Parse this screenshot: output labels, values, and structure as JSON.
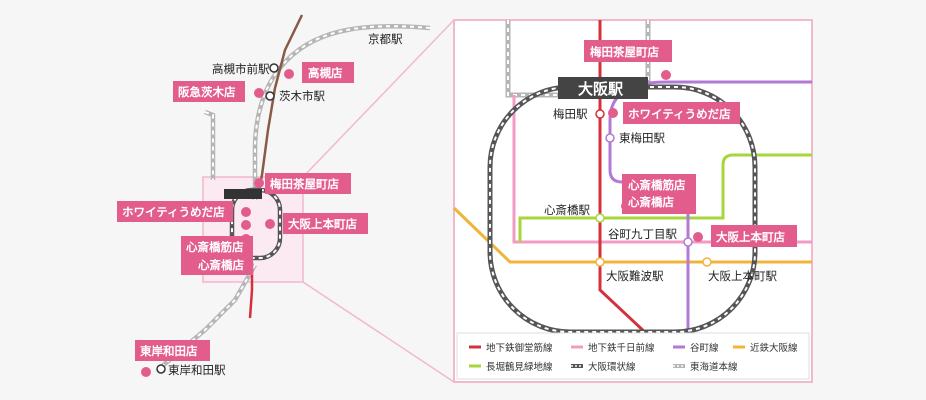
{
  "colors": {
    "pink": "#e25d8c",
    "zoom_border": "#f2b8cc",
    "midosuji": "#d4313c",
    "sennichimae": "#f29bc5",
    "tanimachi": "#b27ad6",
    "kintetsu": "#f0b43a",
    "nagahori": "#a6d63c",
    "loop": "#555555",
    "tokaido": "#b5b5b5",
    "hankyu": "#8a5a44"
  },
  "overview": {
    "stations": {
      "kyoto": "京都駅",
      "takatsuki_shimae": "高槻市前駅",
      "ibaraki_shi": "茨木市駅",
      "kishiwada": "東岸和田駅"
    },
    "stores": {
      "takatsuki": "高槻店",
      "hankyu_ibaraki": "阪急茨木店",
      "umeda_chayamachi": "梅田茶屋町店",
      "white_umeda": "ホワイティうめだ店",
      "osaka_uehonmachi": "大阪上本町店",
      "shinsaibashi_suji": "心斎橋筋店",
      "shinsaibashi": "心斎橋店",
      "kishiwada": "東岸和田店"
    }
  },
  "detail": {
    "osaka_station": "大阪駅",
    "stations": {
      "umeda": "梅田駅",
      "higashi_umeda": "東梅田駅",
      "shinsaibashi": "心斎橋駅",
      "tanimachi9": "谷町九丁目駅",
      "osaka_namba": "大阪難波駅",
      "osaka_uehonmachi": "大阪上本町駅"
    },
    "stores": {
      "umeda_chayamachi": "梅田茶屋町店",
      "white_umeda": "ホワイティうめだ店",
      "shinsaibashi_suji": "心斎橋筋店",
      "shinsaibashi": "心斎橋店",
      "osaka_uehonmachi": "大阪上本町店"
    }
  },
  "legend": [
    {
      "name": "地下鉄御堂筋線",
      "color": "#d4313c",
      "style": "solid"
    },
    {
      "name": "地下鉄千日前線",
      "color": "#f29bc5",
      "style": "solid"
    },
    {
      "name": "谷町線",
      "color": "#b27ad6",
      "style": "solid"
    },
    {
      "name": "近鉄大阪線",
      "color": "#f0b43a",
      "style": "solid"
    },
    {
      "name": "長堀鶴見緑地線",
      "color": "#a6d63c",
      "style": "solid"
    },
    {
      "name": "大阪環状線",
      "color": "#555555",
      "style": "railway"
    },
    {
      "name": "東海道本線",
      "color": "#b5b5b5",
      "style": "railway-light"
    }
  ]
}
